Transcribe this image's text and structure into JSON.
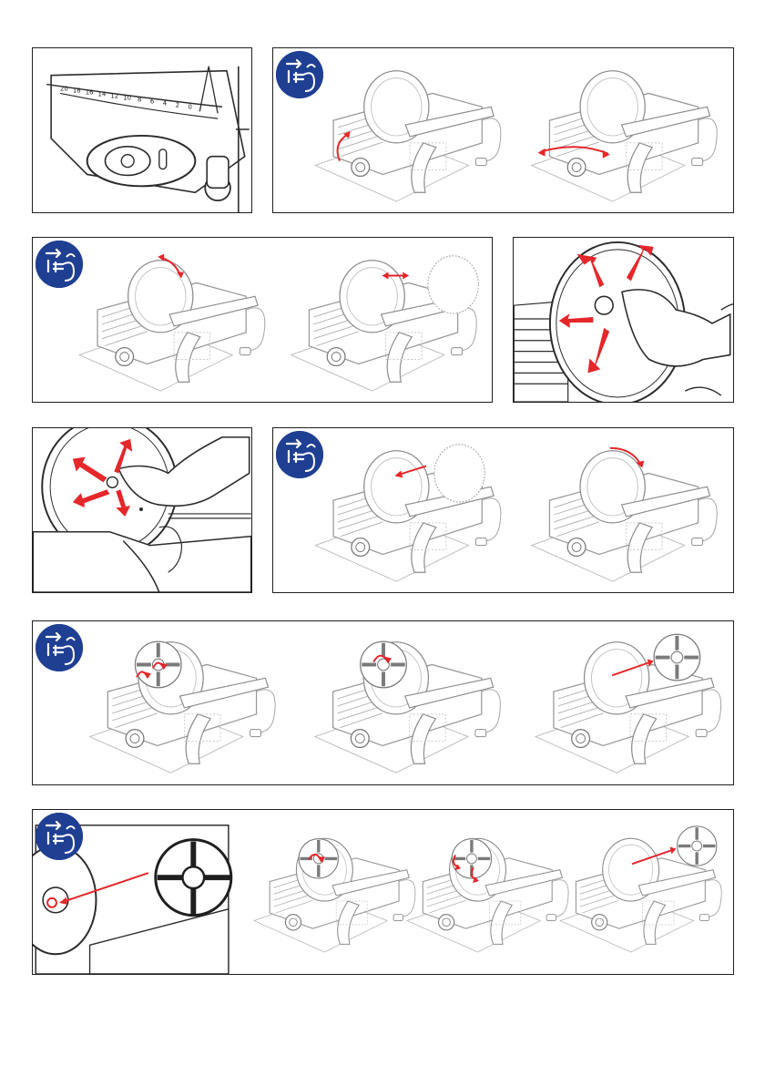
{
  "page": {
    "background": "#ffffff"
  },
  "colors": {
    "badge_blue": "#1f3f93",
    "arrow_red": "#e5262a",
    "drawing_gray": "#b9b9b9",
    "frame": "#1f1f1f"
  },
  "icons": {
    "unplug": "unplug-power-icon",
    "arrow": "red-direction-arrow-icon"
  },
  "dial": {
    "scale_labels": [
      "20",
      "18",
      "16",
      "14",
      "12",
      "10",
      "8",
      "6",
      "4",
      "2",
      "0"
    ]
  },
  "panels": [
    {
      "id": "p1",
      "content": "thickness-dial-closeup"
    },
    {
      "id": "p2",
      "content": "remove-carriage-steps",
      "badge": true
    },
    {
      "id": "p3",
      "content": "blade-cover-removal-steps",
      "badge": true
    },
    {
      "id": "p4",
      "content": "glove-blade-cleaning-photo"
    },
    {
      "id": "p5",
      "content": "blade-wipe-closeup"
    },
    {
      "id": "p6",
      "content": "blade-cover-refit-steps",
      "badge": true
    },
    {
      "id": "p7",
      "content": "sharpener-release-steps",
      "badge": true
    },
    {
      "id": "p8",
      "content": "sharpener-fit-steps",
      "badge": true
    }
  ]
}
